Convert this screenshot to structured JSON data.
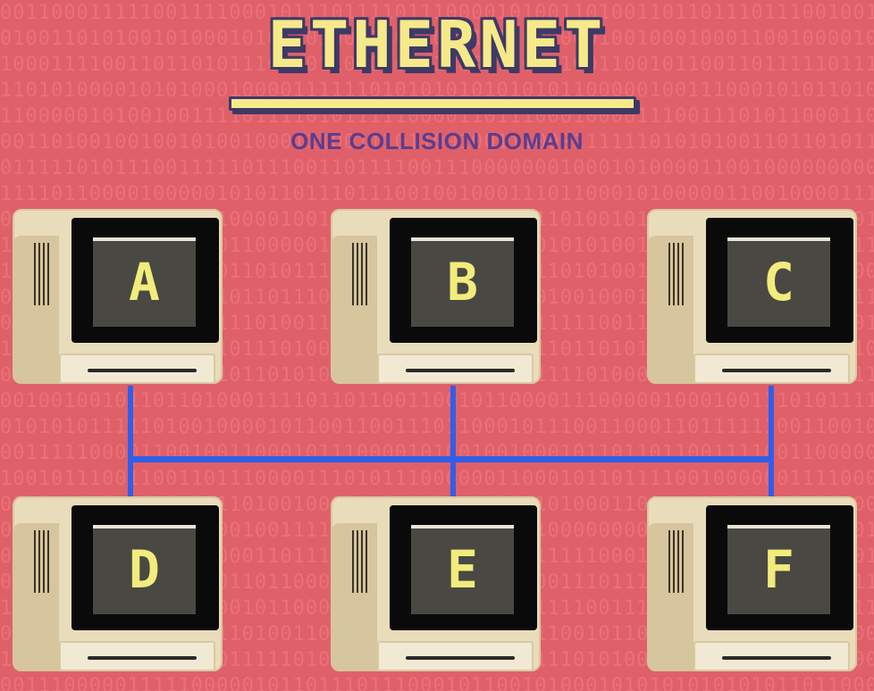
{
  "title": "ETHERNET",
  "subtitle": "ONE COLLISION DOMAIN",
  "computers": [
    {
      "label": "A"
    },
    {
      "label": "B"
    },
    {
      "label": "C"
    },
    {
      "label": "D"
    },
    {
      "label": "E"
    },
    {
      "label": "F"
    }
  ],
  "colors": {
    "background": "#e0606a",
    "title": "#f6e98a",
    "title_outline": "#3d3a66",
    "subtitle": "#5b3d8f",
    "network_cable": "#2f5fe8",
    "screen_text": "#f1ec7c"
  }
}
